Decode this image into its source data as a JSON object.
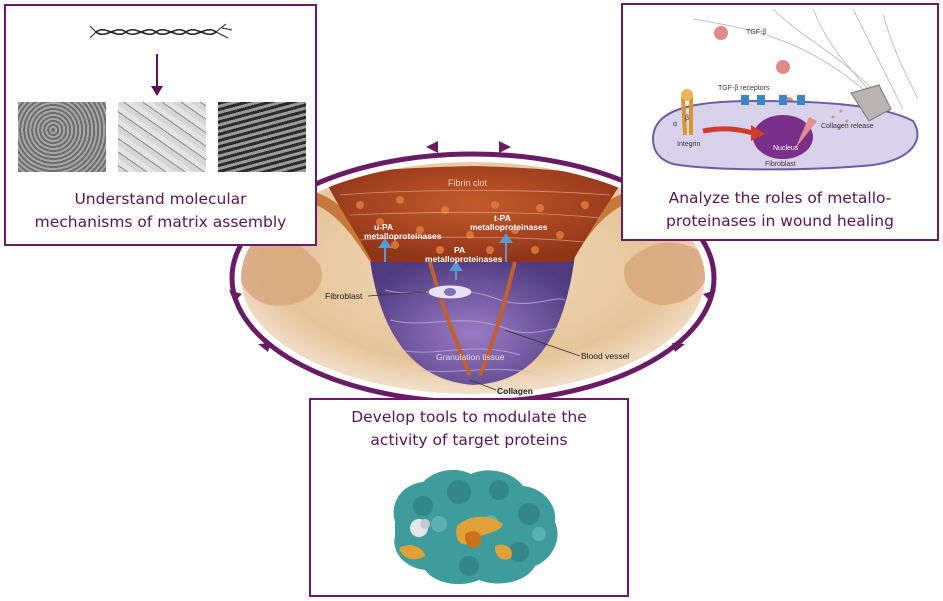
{
  "colors": {
    "accent": "#5b1257",
    "panel_border": "#6a1b66",
    "tissue": "#e9c9a0",
    "clot": "#b24a22",
    "granulation": "#7a5aa6",
    "protein": "#3f9c9c",
    "protein_highlight": "#e0a238"
  },
  "panels": {
    "top_left": {
      "caption_line1": "Understand  molecular",
      "caption_line2": "mechanisms  of matrix assembly"
    },
    "top_right": {
      "caption_line1": "Analyze the roles of metallo-",
      "caption_line2": "proteinases  in wound healing"
    },
    "bottom": {
      "caption_line1": "Develop tools to modulate the",
      "caption_line2": "activity of target proteins"
    }
  },
  "wound": {
    "fibrin_clot": "Fibrin clot",
    "upa": "u-PA",
    "metallo_1": "metalloproteinases",
    "tpa": "t-PA",
    "metallo_2": "metalloproteinases",
    "pa": "PA",
    "metallo_3": "metalloproteinases",
    "fibroblast": "Fibroblast",
    "granulation": "Granulation tissue",
    "blood_vessel": "Blood vessel",
    "collagen": "Collagen"
  },
  "cell_diagram": {
    "tgf_beta": "TGF-β",
    "receptors": "TGF-β receptors",
    "alpha": "α",
    "beta": "β",
    "integrin": "Integrin",
    "nucleus": "Nucleus",
    "collagen_release": "Collagen release",
    "fibroblast": "Fibroblast"
  }
}
